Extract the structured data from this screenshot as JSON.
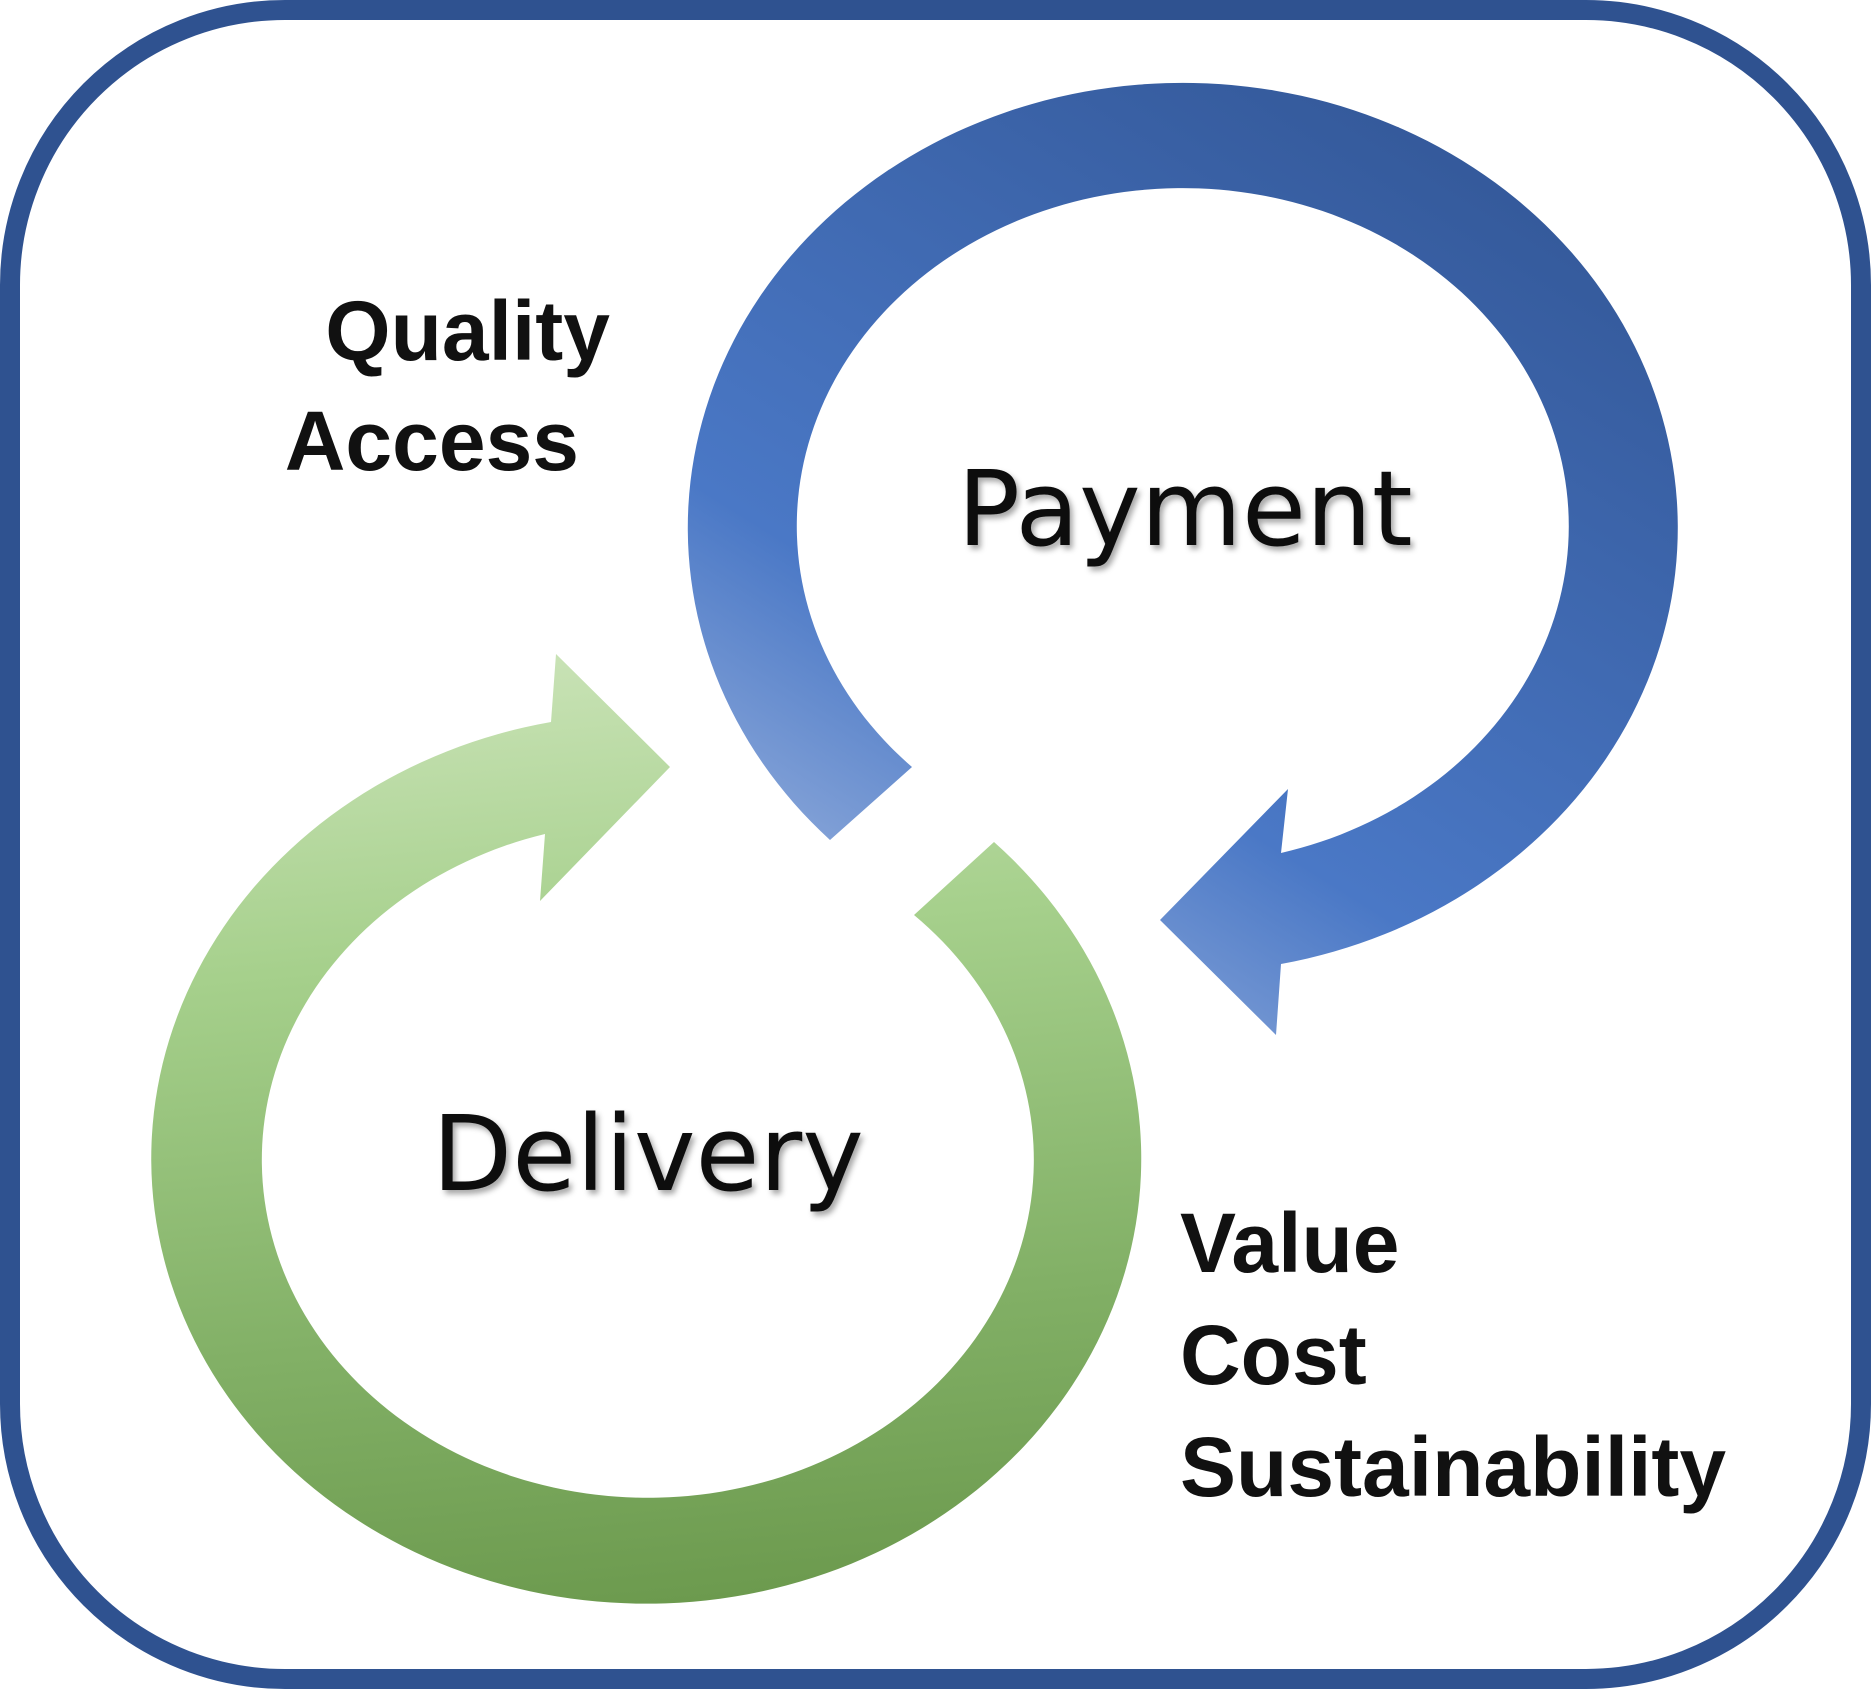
{
  "diagram": {
    "cycles": {
      "payment": {
        "label": "Payment",
        "color": "#3A5A9A"
      },
      "delivery": {
        "label": "Delivery",
        "color": "#7DAA62"
      }
    },
    "attributes_top_left": [
      "Quality",
      "Access"
    ],
    "attributes_bottom_right": [
      "Value",
      "Cost",
      "Sustainability"
    ],
    "frame_color": "#2F5290"
  }
}
